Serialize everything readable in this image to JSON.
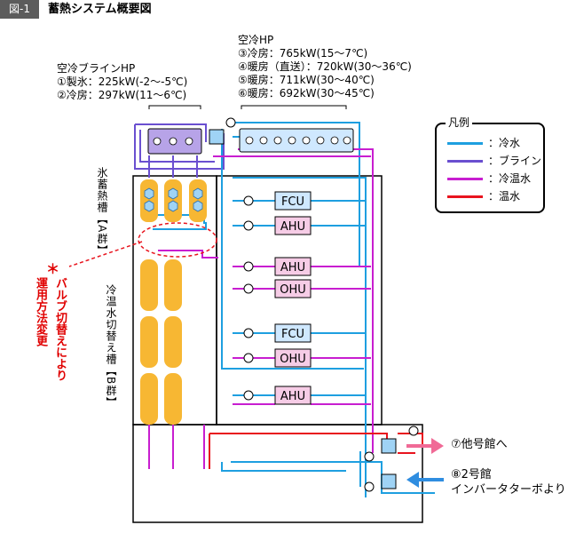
{
  "figure": {
    "tag": "図-1",
    "title": "蓄熱システム概要図"
  },
  "brine_hp": {
    "title": "空冷ブラインHP",
    "lines": [
      "①製氷：225kW(-2～-5℃)",
      "②冷房：297kW(11～6℃)"
    ]
  },
  "air_hp": {
    "title": "空冷HP",
    "lines": [
      "③冷房：765kW(15～7℃)",
      "④暖房（直送）：720kW(30～36℃)",
      "⑤暖房：711kW(30～40℃)",
      "⑥暖房：692kW(30～45℃)"
    ]
  },
  "tanks": {
    "ice": "氷蓄熱槽【A群】",
    "switch": "冷温水切替え槽【B群】"
  },
  "note": {
    "mark": "＊",
    "line1": "バルブ切替えにより",
    "line2": "運用方法変更"
  },
  "units": [
    "FCU",
    "AHU",
    "AHU",
    "OHU",
    "FCU",
    "OHU",
    "AHU"
  ],
  "outputs": {
    "out": "⑦他号館へ",
    "in_line1": "⑧2号館",
    "in_line2": "インバータターボより"
  },
  "legend": {
    "title": "凡例",
    "items": [
      {
        "label": "：冷水",
        "color": "#1e9fe0"
      },
      {
        "label": "：ブライン",
        "color": "#6a4fd0"
      },
      {
        "label": "：冷温水",
        "color": "#c81ed0"
      },
      {
        "label": "：温水",
        "color": "#e8141e"
      }
    ]
  },
  "colors": {
    "chilled": "#1e9fe0",
    "brine": "#6a4fd0",
    "coldhot": "#c81ed0",
    "hot": "#e8141e",
    "tank_fill": "#f7b733",
    "unit_fill": "#f6cce6",
    "unit_fill_blue": "#cfe8ff",
    "hp_purple": "#b7a3e8",
    "hx_fill": "#9fd3f5"
  }
}
